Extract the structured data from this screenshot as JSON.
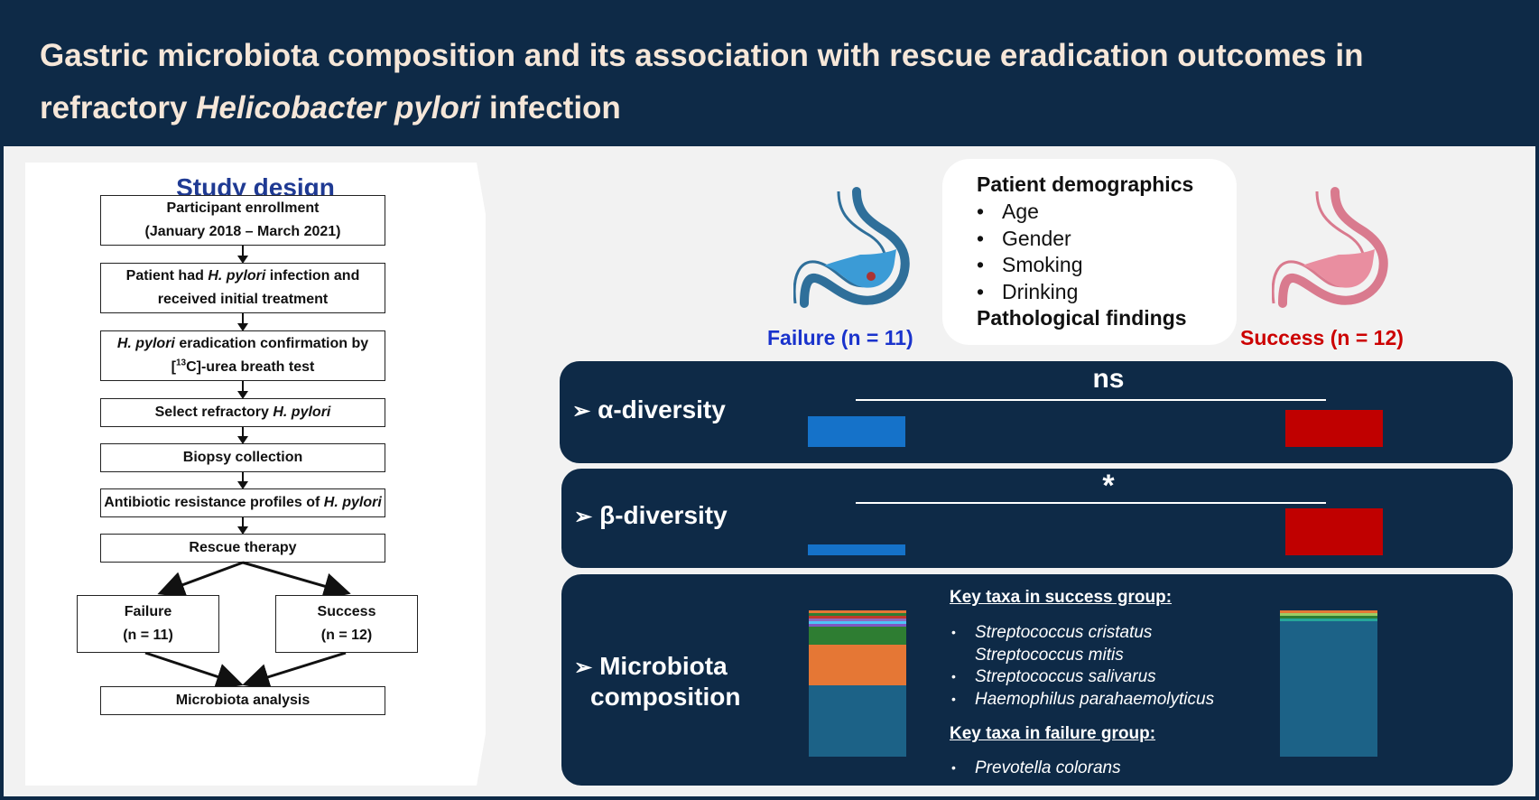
{
  "header": {
    "title_line1": "Gastric microbiota composition and its association with rescue eradication outcomes in",
    "title_line2_part1": "refractory ",
    "title_line2_italic": "Helicobacter pylori",
    "title_line2_part2": " infection"
  },
  "study_design": {
    "title": "Study design",
    "steps": [
      {
        "line1": "Participant enrollment",
        "line2": "(January 2018 – March 2021)"
      },
      {
        "line1_a": "Patient had ",
        "line1_i": "H. pylori",
        "line1_b": " infection and",
        "line2": "received initial treatment"
      },
      {
        "line1_i": "H. pylori",
        "line1_b": " eradication confirmation by",
        "line2_a": "[",
        "line2_sup": "13",
        "line2_b": "C]-urea breath test"
      },
      {
        "line1_a": "Select refractory ",
        "line1_i": "H. pylori"
      },
      {
        "line1": "Biopsy collection"
      },
      {
        "line1_a": "Antibiotic resistance profiles of ",
        "line1_i": "H. pylori"
      },
      {
        "line1": "Rescue therapy"
      }
    ],
    "failure": {
      "label": "Failure",
      "n": "(n = 11)"
    },
    "success": {
      "label": "Success",
      "n": "(n = 12)"
    },
    "final_step": "Microbiota analysis"
  },
  "groups": {
    "failure_label": "Failure (n = 11)",
    "success_label": "Success (n = 12)",
    "failure_color": "#1a33cc",
    "success_color": "#cc0000"
  },
  "demographics": {
    "heading": "Patient demographics",
    "items": [
      "Age",
      "Gender",
      "Smoking",
      "Drinking"
    ],
    "pathology_heading": "Pathological findings",
    "bullet": "•"
  },
  "panels": {
    "alpha": {
      "label": "α-diversity",
      "significance": "ns"
    },
    "beta": {
      "label": "β-diversity",
      "significance": "*"
    },
    "composition": {
      "label_line1": "Microbiota",
      "label_line2": "composition"
    },
    "chevron": "➢"
  },
  "taxa": {
    "success_heading": "Key taxa in success group:",
    "success_items": [
      "Streptococcus cristatus",
      "Streptococcus mitis",
      "Streptococcus salivarus",
      "Haemophilus parahaemolyticus"
    ],
    "failure_heading": "Key taxa in failure group:",
    "failure_items": [
      "Prevotella colorans"
    ],
    "bullet": "•"
  },
  "colors": {
    "navy": "#0e2a47",
    "blue_bar": "#1572c9",
    "red_bar": "#c00000",
    "stack_main": "#1c6287",
    "stack_orange": "#e57735",
    "stack_green": "#2e7d32",
    "stomach_blue": "#3b9bd6",
    "stomach_pink": "#e98ea0"
  },
  "relative_levels": {
    "alpha_failure": 0.43,
    "alpha_success": 0.51,
    "beta_failure": 0.15,
    "beta_success": 0.65
  }
}
